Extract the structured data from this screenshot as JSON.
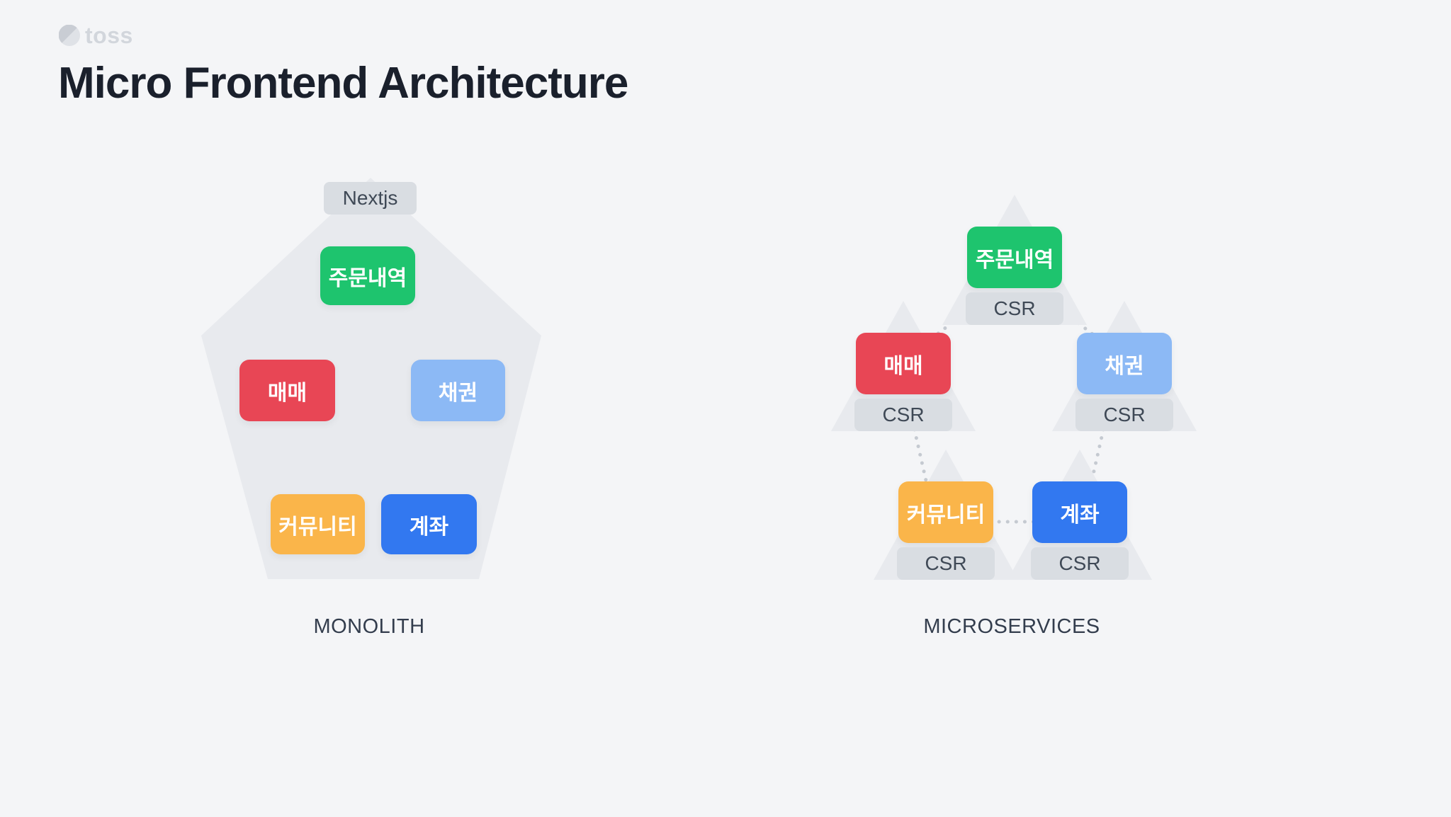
{
  "header": {
    "brand": "toss",
    "title": "Micro Frontend Architecture"
  },
  "monolith": {
    "caption": "MONOLITH",
    "framework": "Nextjs",
    "modules": [
      {
        "name": "orders",
        "label": "주문내역",
        "color": "#1ec46e"
      },
      {
        "name": "trading",
        "label": "매매",
        "color": "#e84655"
      },
      {
        "name": "bonds",
        "label": "채권",
        "color": "#8cb9f5"
      },
      {
        "name": "community",
        "label": "커뮤니티",
        "color": "#fab54a"
      },
      {
        "name": "account",
        "label": "계좌",
        "color": "#3278f0"
      }
    ]
  },
  "microservices": {
    "caption": "MICROSERVICES",
    "services": [
      {
        "name": "orders",
        "label": "주문내역",
        "color": "#1ec46e",
        "renderer": "CSR"
      },
      {
        "name": "trading",
        "label": "매매",
        "color": "#e84655",
        "renderer": "CSR"
      },
      {
        "name": "bonds",
        "label": "채권",
        "color": "#8cb9f5",
        "renderer": "CSR"
      },
      {
        "name": "community",
        "label": "커뮤니티",
        "color": "#fab54a",
        "renderer": "CSR"
      },
      {
        "name": "account",
        "label": "계좌",
        "color": "#3278f0",
        "renderer": "CSR"
      }
    ]
  },
  "colors": {
    "background": "#f4f5f7",
    "panel": "#e8eaee",
    "badge": "#d9dde2",
    "dotted": "#c5cad1",
    "logo": "#d2d6dc",
    "logo_icon_dark": "#c9cdd4",
    "logo_icon_light": "#dfe2e7",
    "title_text": "#1a202c",
    "caption_text": "#333d4d"
  }
}
